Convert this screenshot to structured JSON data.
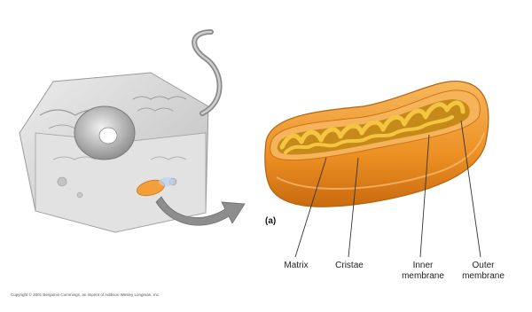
{
  "figure": {
    "part_label": "(a)",
    "labels": {
      "matrix": "Matrix",
      "cristae": "Cristae",
      "inner_membrane": "Inner\nmembrane",
      "outer_membrane": "Outer\nmembrane"
    },
    "copyright": "Copyright © 2001 Benjamin Cummings, an imprint of Addison Wesley Longman, Inc."
  },
  "colors": {
    "outer_membrane": "#e88a1c",
    "outer_membrane_light": "#f6b35a",
    "inner_fold": "#f5c542",
    "matrix": "#c58a1a",
    "cell_gray": "#d4d4d4",
    "arrow_gray": "#8d8d8d"
  }
}
